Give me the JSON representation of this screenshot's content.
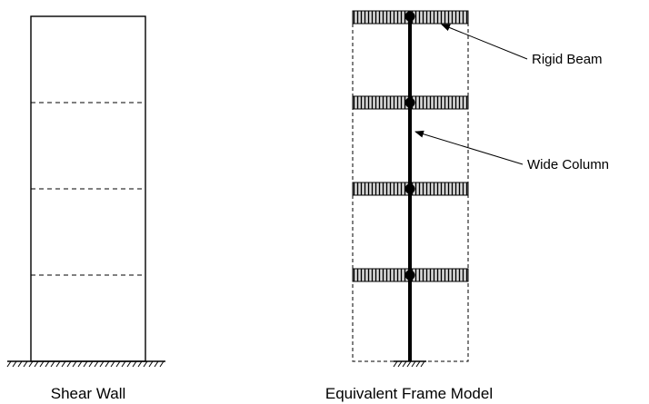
{
  "labels": {
    "shear_wall": "Shear Wall",
    "frame_model": "Equivalent Frame Model",
    "rigid_beam": "Rigid Beam",
    "wide_column": "Wide Column"
  },
  "colors": {
    "line": "#000000",
    "hatch_fill": "#d9d9d9",
    "background": "#ffffff"
  }
}
